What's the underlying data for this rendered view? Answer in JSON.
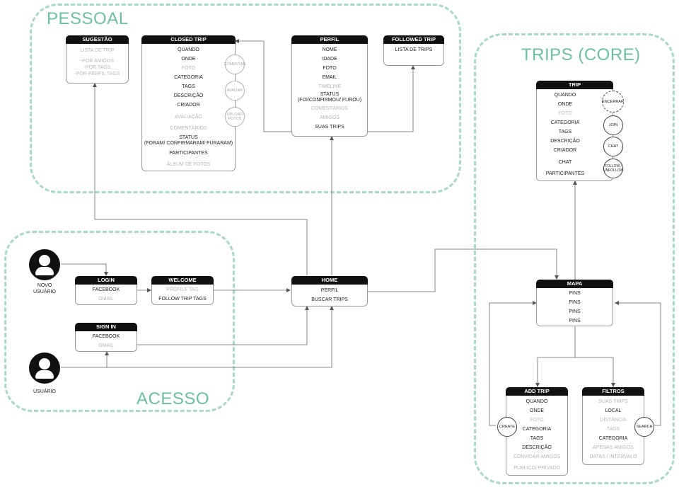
{
  "regions": {
    "pessoal": "PESSOAL",
    "trips_core": "TRIPS (CORE)",
    "acesso": "ACESSO"
  },
  "actors": {
    "novo_usuario": "NOVO\nUSUÁRIO",
    "usuario": "USUÁRIO"
  },
  "boxes": {
    "sugestao": {
      "title": "SUGESTÃO",
      "rows": [
        "LISTA DE TRIP",
        "-POR AMIGOS\n-POR TAGS\n-POR PERFIL TAGS"
      ]
    },
    "closed_trip": {
      "title": "CLOSED TRIP",
      "rows": [
        "QUANDO",
        "ONDE",
        "FOTO",
        "CATEGORIA",
        "TAGS",
        "DESCRIÇÃO",
        "CRIADOR",
        "AVALIAÇÃO",
        "COMENTÁRIOS",
        "STATUS\n(FORAM/ CONFIRMARAM/ FURARAM)",
        "PARTICIPANTES",
        "ÁLBUM DE FOTOS"
      ],
      "badges": [
        "COMENTAR",
        "AVALIAR",
        "UPLOAD\nFOTOS"
      ]
    },
    "perfil": {
      "title": "PERFIL",
      "rows": [
        "NOME",
        "IDADE",
        "FOTO",
        "EMAIL",
        "TIMELINE",
        "STATUS\n(FOI/CONFIRMOU/ FUROU)",
        "COMENTÁRIOS",
        "AMIGOS",
        "SUAS TRIPS"
      ]
    },
    "followed_trip": {
      "title": "FOLLOWED TRIP",
      "rows": [
        "LISTA DE TRIPS"
      ]
    },
    "trip": {
      "title": "TRIP",
      "rows": [
        "QUANDO",
        "ONDE",
        "FOTO",
        "CATEGORIA",
        "TAGS",
        "DESCRIÇÃO",
        "CRIADOR",
        "CHAT",
        "PARTICIPANTES"
      ],
      "badges": [
        "ENCERRAR",
        "JOIN",
        "CHAT",
        "FOLLOW /\nUNFOLLOW"
      ]
    },
    "login": {
      "title": "LOGIN",
      "rows": [
        "FACEBOOK",
        "GMAIL"
      ]
    },
    "welcome": {
      "title": "WELCOME",
      "rows": [
        "PROFILE TAG",
        "FOLLOW TRIP TAGS"
      ]
    },
    "home": {
      "title": "HOME",
      "rows": [
        "PERFIL",
        "BUSCAR TRIPS"
      ]
    },
    "sign_in": {
      "title": "SIGN IN",
      "rows": [
        "FACEBOOK",
        "GMAIL"
      ]
    },
    "mapa": {
      "title": "MAPA",
      "rows": [
        "PINS",
        "PINS",
        "PINS",
        "PINS"
      ]
    },
    "add_trip": {
      "title": "ADD TRIP",
      "rows": [
        "QUANDO",
        "ONDE",
        "FOTO",
        "CATEGORIA",
        "TAGS",
        "DESCRIÇÃO",
        "CONVIDAR AMIGOS",
        "PÚBLICO/ PRIVADO"
      ],
      "badges": [
        "CREATE"
      ]
    },
    "filtros": {
      "title": "FILTROS",
      "rows": [
        "SUAS TRIPS",
        "LOCAL",
        "DISTÂNCIA",
        "TAGS",
        "CATEGORIA",
        "APENAS AMIGOS",
        "DATAS / INTERVALO"
      ],
      "badges": [
        "SEARCH"
      ]
    }
  },
  "colors": {
    "region_border": "#a9d8c7",
    "region_title": "#6cbfa3",
    "header": "#111111",
    "muted_text": "#b6b6b6",
    "edge": "#555555"
  }
}
